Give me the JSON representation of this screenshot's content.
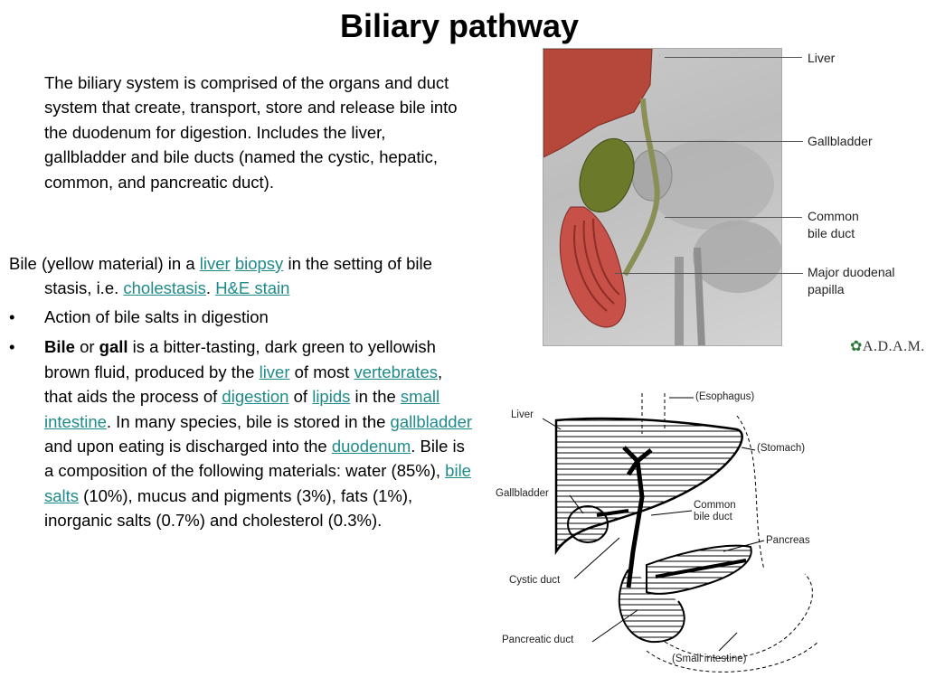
{
  "title": "Biliary pathway",
  "intro": "The biliary system is comprised of the organs and duct system that create, transport, store and release bile into the duodenum for digestion. Includes the liver, gallbladder and bile ducts (named the cystic, hepatic, common, and pancreatic duct).",
  "bile_para": {
    "t1": "Bile (yellow material) in a ",
    "link_liver": "liver",
    "t2": " ",
    "link_biopsy": "biopsy",
    "t3": " in the setting of bile stasis, i.e. ",
    "link_cholestasis": "cholestasis",
    "t4": ". ",
    "link_he": "H&E stain"
  },
  "bullets": {
    "symbol": "•",
    "item1": "Action of bile salts in digestion",
    "item2": {
      "bold1": "Bile",
      "t1": " or ",
      "bold2": "gall",
      "t2": " is a bitter-tasting, dark green to yellowish brown fluid, produced by the ",
      "link_liver": "liver",
      "t3": " of most ",
      "link_vertebrates": "vertebrates",
      "t4": ", that aids the process of ",
      "link_digestion": "digestion",
      "t5": " of ",
      "link_lipids": "lipids",
      "t6": " in the ",
      "link_small_intestine": "small intestine",
      "t7": ". In many species, bile is stored in the ",
      "link_gallbladder": "gallbladder",
      "t8": " and upon eating is discharged into the ",
      "link_duodenum": "duodenum",
      "t9": ". Bile is a composition of the following materials: water (85%), ",
      "link_bile_salts": "bile salts",
      "t10": " (10%), mucus and pigments (3%), fats (1%), inorganic salts (0.7%) and cholesterol (0.3%)."
    }
  },
  "illustration": {
    "labels": {
      "liver": "Liver",
      "gallbladder": "Gallbladder",
      "common_bile_duct_1": "Common",
      "common_bile_duct_2": "bile duct",
      "papilla_1": "Major duodenal",
      "papilla_2": "papilla"
    },
    "credit": "A.D.A.M."
  },
  "schematic": {
    "labels": {
      "esophagus": "(Esophagus)",
      "liver": "Liver",
      "stomach": "(Stomach)",
      "gallbladder": "Gallbladder",
      "common_bile_duct_1": "Common",
      "common_bile_duct_2": "bile duct",
      "pancreas": "Pancreas",
      "cystic_duct": "Cystic duct",
      "pancreatic_duct": "Pancreatic duct",
      "small_intestine": "(Small intestine)"
    }
  },
  "colors": {
    "link": "#1f8a8a",
    "gallbladder": "#6b7a2a",
    "duodenum": "#b8403a",
    "liver": "#b5483a"
  }
}
